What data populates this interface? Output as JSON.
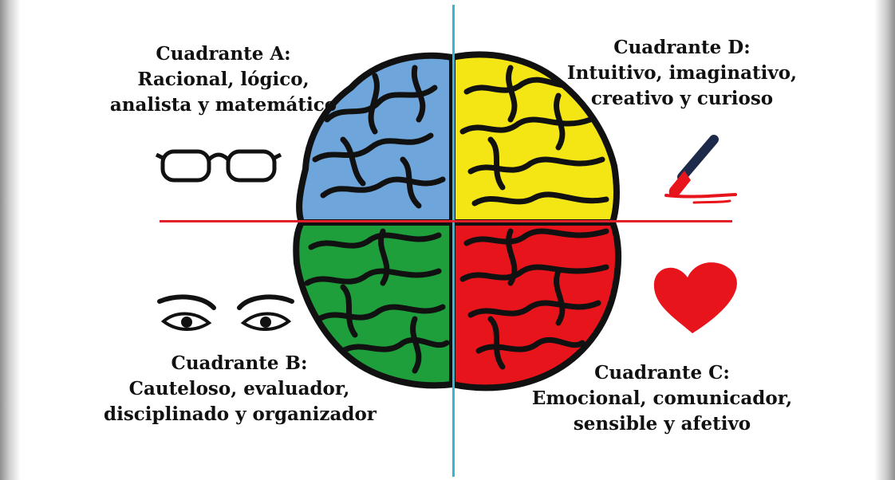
{
  "quadrants": {
    "a": {
      "title": "Cuadrante A:",
      "line1": "Racional, lógico,",
      "line2": "analista y matemático",
      "color": "#6ea6dc",
      "icon": "glasses-icon"
    },
    "d": {
      "title": "Cuadrante D:",
      "line1": "Intuitivo, imaginativo,",
      "line2": "creativo y curioso",
      "color": "#f4e514",
      "icon": "paintbrush-icon"
    },
    "b": {
      "title": "Cuadrante B:",
      "line1": "Cauteloso, evaluador,",
      "line2": "disciplinado y organizador",
      "color": "#1f9e3c",
      "icon": "eyes-icon"
    },
    "c": {
      "title": "Cuadrante C:",
      "line1": "Emocional, comunicador,",
      "line2": "sensible y afetivo",
      "color": "#e8141b",
      "icon": "heart-icon"
    }
  },
  "dividers": {
    "vertical_color": "#35b8d8",
    "horizontal_color": "#e0202a"
  }
}
